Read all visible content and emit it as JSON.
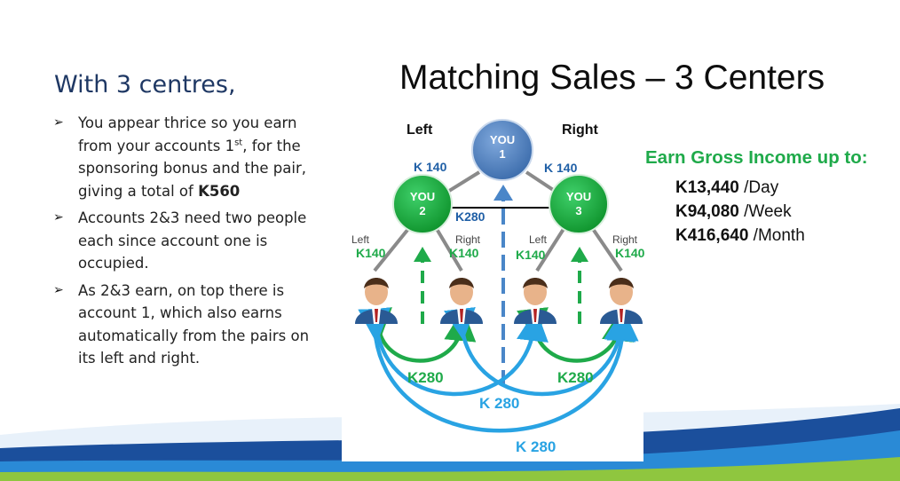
{
  "left_panel": {
    "heading": "With 3 centres,",
    "bullets": [
      {
        "pre": "You appear thrice so you earn from your accounts 1",
        "sup": "st",
        "mid": ", for the sponsoring bonus and the pair, giving a total of ",
        "bold": "K560"
      },
      {
        "text": "Accounts 2&3 need two people each since account one is occupied."
      },
      {
        "text": "As 2&3 earn, on top there is account 1, which also earns automatically from the pairs on its left and right."
      }
    ]
  },
  "diagram": {
    "title": "Matching Sales – 3 Centers",
    "side_left": "Left",
    "side_right": "Right",
    "node1": {
      "line1": "YOU",
      "line2": "1"
    },
    "node2": {
      "line1": "YOU",
      "line2": "2"
    },
    "node3": {
      "line1": "YOU",
      "line2": "3"
    },
    "k140_top_left": "K 140",
    "k140_top_right": "K 140",
    "k280_center": "K280",
    "sub_left": "Left",
    "sub_right": "Right",
    "k140": "K140",
    "k280_green_left": "K280",
    "k280_green_right": "K280",
    "k280_blue_mid": "K 280",
    "k280_blue_bottom": "K 280",
    "colors": {
      "blue_node": "#4a7ebb",
      "green_node": "#1faa4a",
      "green_text": "#1faa4a",
      "blue_text": "#1a8fd6",
      "dark_blue_text": "#1f5fa6"
    }
  },
  "earnings": {
    "title": "Earn Gross Income up to:",
    "rows": [
      {
        "amount": "K13,440",
        "period": " /Day"
      },
      {
        "amount": "K94,080",
        "period": " /Week"
      },
      {
        "amount": "K416,640",
        "period": " /Month"
      }
    ]
  }
}
